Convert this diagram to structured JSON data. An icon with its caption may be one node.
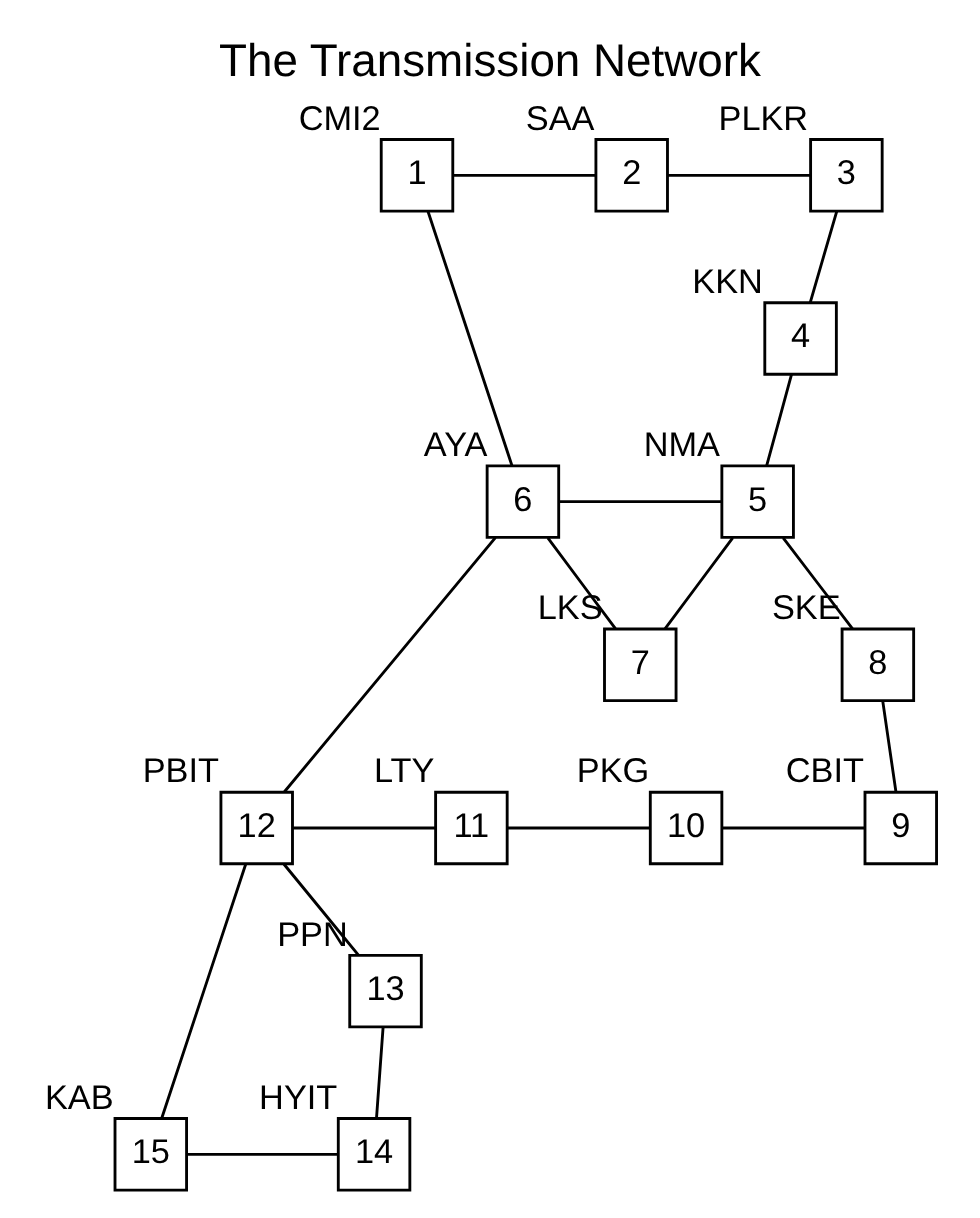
{
  "diagram": {
    "title": "The Transmission Network",
    "nodes": [
      {
        "text": [
          "1"
        ],
        "beside": [
          "CMI2"
        ]
      },
      {
        "text": [
          "2"
        ],
        "beside": [
          "SAA"
        ]
      },
      {
        "text": [
          "3"
        ],
        "beside": [
          "PLKR"
        ]
      },
      {
        "text": [
          "4"
        ],
        "beside": [
          "KKN"
        ]
      },
      {
        "text": [
          "5"
        ],
        "beside": [
          "NMA"
        ]
      },
      {
        "text": [
          "6"
        ],
        "beside": [
          "AYA"
        ]
      },
      {
        "text": [
          "7"
        ],
        "beside": [
          "LKS"
        ]
      },
      {
        "text": [
          "8"
        ],
        "beside": [
          "SKE"
        ]
      },
      {
        "text": [
          "9"
        ],
        "beside": [
          "CBIT"
        ]
      },
      {
        "text": [
          "10"
        ],
        "beside": [
          "PKG"
        ]
      },
      {
        "text": [
          "11"
        ],
        "beside": [
          "LTY"
        ]
      },
      {
        "text": [
          "12"
        ],
        "beside": [
          "PBIT"
        ]
      },
      {
        "text": [
          "13"
        ],
        "beside": [
          "PPN"
        ]
      },
      {
        "text": [
          "14"
        ],
        "beside": [
          "HYIT"
        ]
      },
      {
        "text": [
          "15"
        ],
        "beside": [
          "KAB"
        ]
      }
    ],
    "edges": [
      {
        "from": 0,
        "to": 1,
        "arrow": "none"
      },
      {
        "from": 1,
        "to": 2,
        "arrow": "none"
      },
      {
        "from": 2,
        "to": 3,
        "arrow": "none"
      },
      {
        "from": 3,
        "to": 4,
        "arrow": "none"
      },
      {
        "from": 4,
        "to": 7,
        "arrow": "none"
      },
      {
        "from": 7,
        "to": 8,
        "arrow": "none"
      },
      {
        "from": 0,
        "to": 5,
        "arrow": "none"
      },
      {
        "from": 5,
        "to": 4,
        "arrow": "none"
      },
      {
        "from": 5,
        "to": 6,
        "arrow": "none"
      },
      {
        "from": 4,
        "to": 6,
        "arrow": "none"
      },
      {
        "from": 5,
        "to": 11,
        "arrow": "none"
      },
      {
        "from": 11,
        "to": 10,
        "arrow": "none"
      },
      {
        "from": 10,
        "to": 9,
        "arrow": "none"
      },
      {
        "from": 9,
        "to": 8,
        "arrow": "none"
      },
      {
        "from": 11,
        "to": 12,
        "arrow": "none"
      },
      {
        "from": 12,
        "to": 13,
        "arrow": "none"
      },
      {
        "from": 11,
        "to": 14,
        "arrow": "none"
      },
      {
        "from": 14,
        "to": 13,
        "arrow": "none"
      }
    ]
  }
}
